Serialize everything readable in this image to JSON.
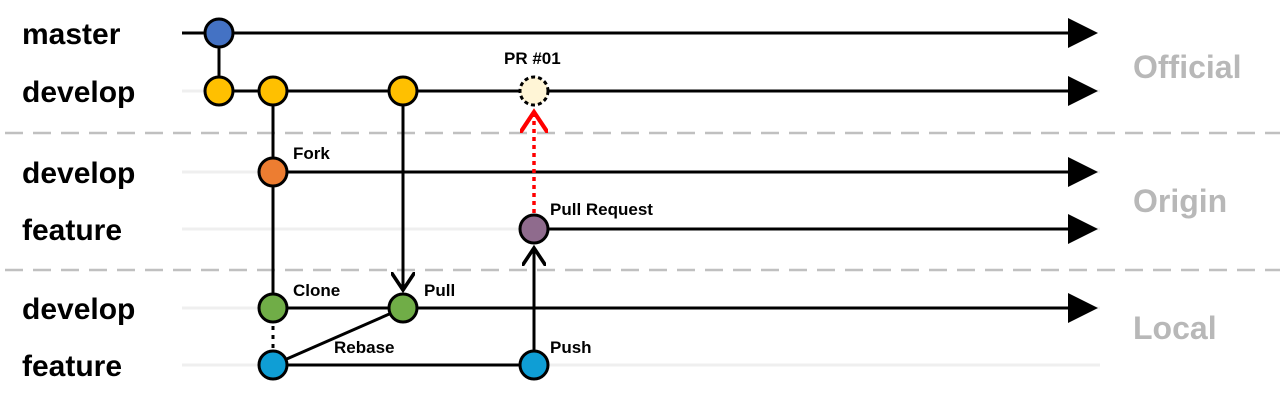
{
  "rows": {
    "master": "master",
    "develop_official": "develop",
    "develop_origin": "develop",
    "feature_origin": "feature",
    "develop_local": "develop",
    "feature_local": "feature"
  },
  "groups": {
    "official": "Official",
    "origin": "Origin",
    "local": "Local"
  },
  "annotations": {
    "pr": "PR #01",
    "fork": "Fork",
    "pull_request": "Pull Request",
    "clone": "Clone",
    "pull": "Pull",
    "rebase": "Rebase",
    "push": "Push"
  },
  "colors": {
    "master": "#4472c4",
    "develop": "#ffc000",
    "fork": "#ed7d31",
    "clone": "#70ad47",
    "feature": "#0f9ed5",
    "pull_request": "#8f6b8d",
    "pr_pending": "#fff5d6",
    "pr_arrow": "#ff0000",
    "separator": "#c0c0c0",
    "group_text": "#b8b8b8"
  }
}
